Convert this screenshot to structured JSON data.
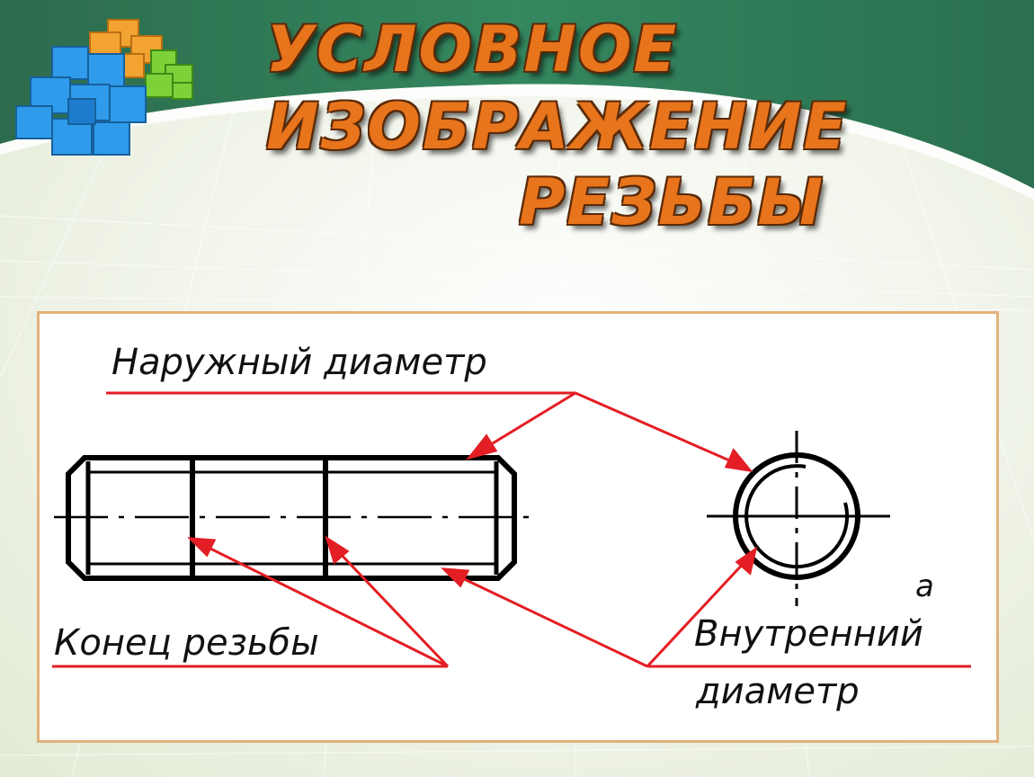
{
  "slide": {
    "title_lines": [
      "УСЛОВНОЕ",
      "ИЗОБРАЖЕНИЕ",
      "РЕЗЬБЫ"
    ]
  },
  "diagram": {
    "labels": {
      "outer_diameter": "Наружный диаметр",
      "thread_end": "Конец резьбы",
      "inner_diameter_line1": "Внутренний",
      "inner_diameter_line2": "диаметр",
      "view_letter": "а"
    },
    "colors": {
      "leader": "#e31e24",
      "outline": "#000000",
      "title_fill": "#e8741c",
      "frame_border": "#e2b27c",
      "header_green": "#2f7b58"
    },
    "icons": [
      "puzzle-cubes-logo"
    ]
  }
}
